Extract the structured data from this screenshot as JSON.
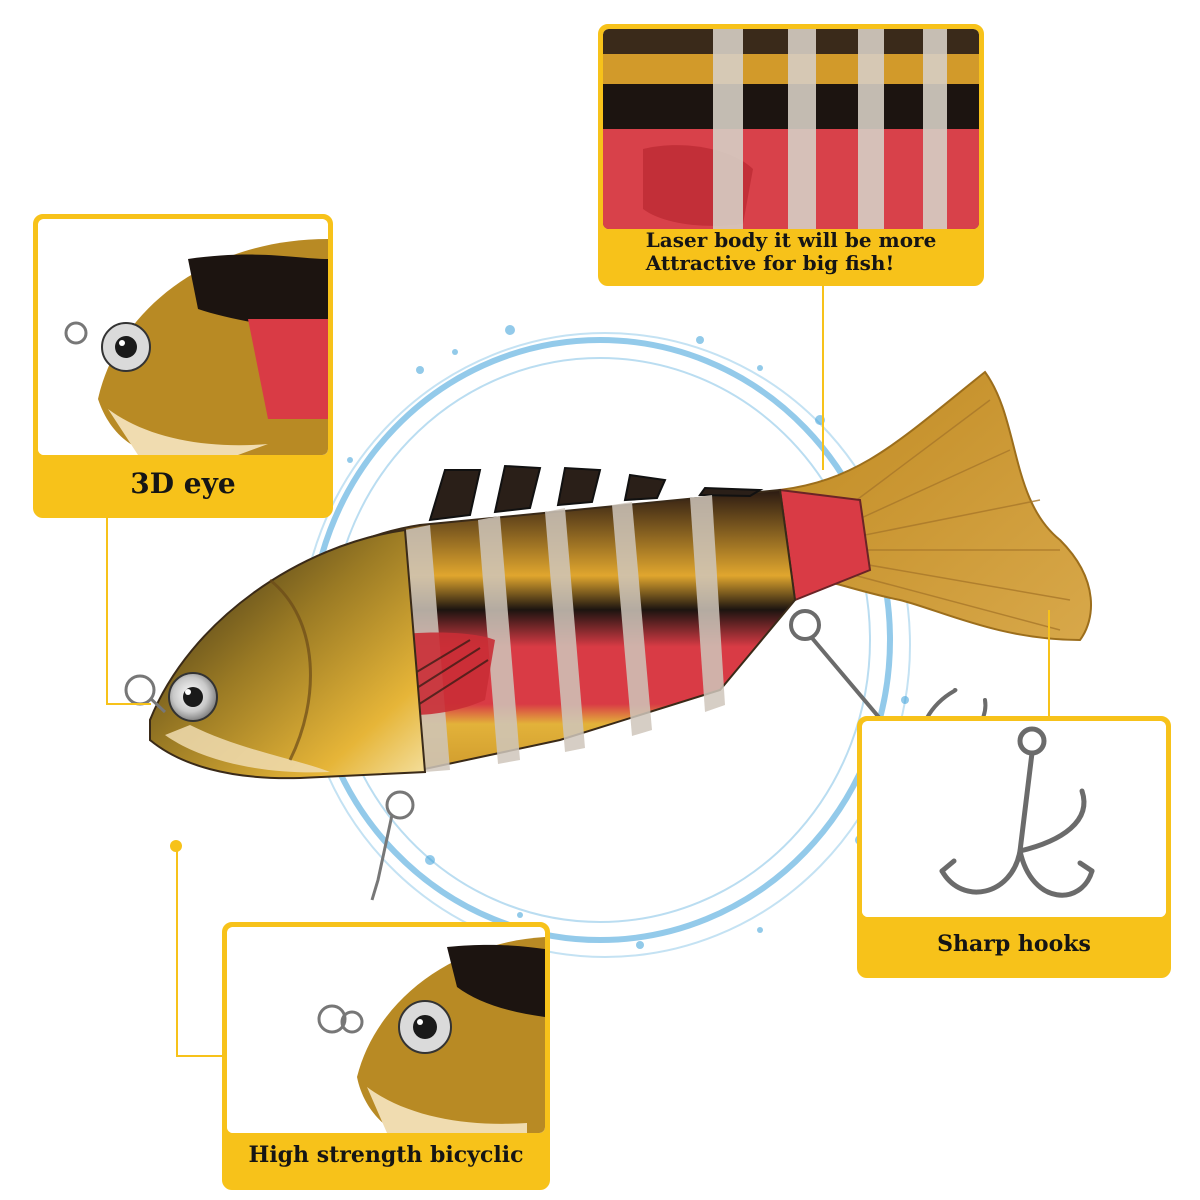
{
  "colors": {
    "accent": "#f7c21a",
    "lure_black": "#1c1410",
    "lure_red": "#d93b45",
    "lure_yellow": "#d9a52a",
    "lure_gold": "#c49632",
    "water": "#3a9fd8"
  },
  "callouts": {
    "laser": {
      "line1": "Laser body it will be more",
      "line2": "Attractive for big fish!"
    },
    "eye": {
      "label": "3D eye"
    },
    "hooks": {
      "label": "Sharp hooks"
    },
    "bicyclic": {
      "label": "High strength bicyclic"
    }
  }
}
